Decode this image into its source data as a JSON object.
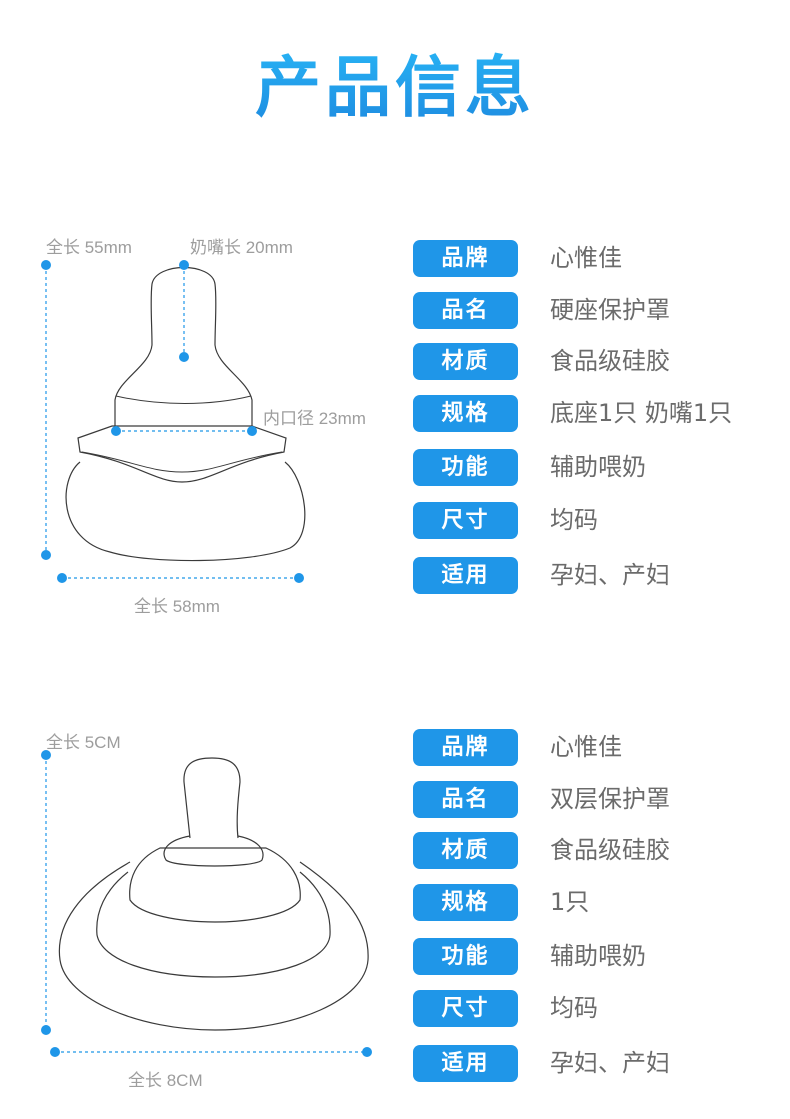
{
  "title": "产品信息",
  "accent_color": "#1f96e8",
  "product1": {
    "dimensions": {
      "total_length": "全长 55mm",
      "nipple_length": "奶嘴长 20mm",
      "inner_diameter": "内口径 23mm",
      "total_width": "全长 58mm"
    },
    "specs": [
      {
        "key": "品牌",
        "value": "心惟佳"
      },
      {
        "key": "品名",
        "value": "硬座保护罩"
      },
      {
        "key": "材质",
        "value": "食品级硅胶"
      },
      {
        "key": "规格",
        "value": "底座1只 奶嘴1只"
      },
      {
        "key": "功能",
        "value": "辅助喂奶"
      },
      {
        "key": "尺寸",
        "value": "均码"
      },
      {
        "key": "适用",
        "value": "孕妇、产妇"
      }
    ]
  },
  "product2": {
    "dimensions": {
      "total_length": "全长 5CM",
      "total_width": "全长 8CM"
    },
    "specs": [
      {
        "key": "品牌",
        "value": "心惟佳"
      },
      {
        "key": "品名",
        "value": "双层保护罩"
      },
      {
        "key": "材质",
        "value": "食品级硅胶"
      },
      {
        "key": "规格",
        "value": "1只"
      },
      {
        "key": "功能",
        "value": "辅助喂奶"
      },
      {
        "key": "尺寸",
        "value": "均码"
      },
      {
        "key": "适用",
        "value": "孕妇、产妇"
      }
    ]
  }
}
